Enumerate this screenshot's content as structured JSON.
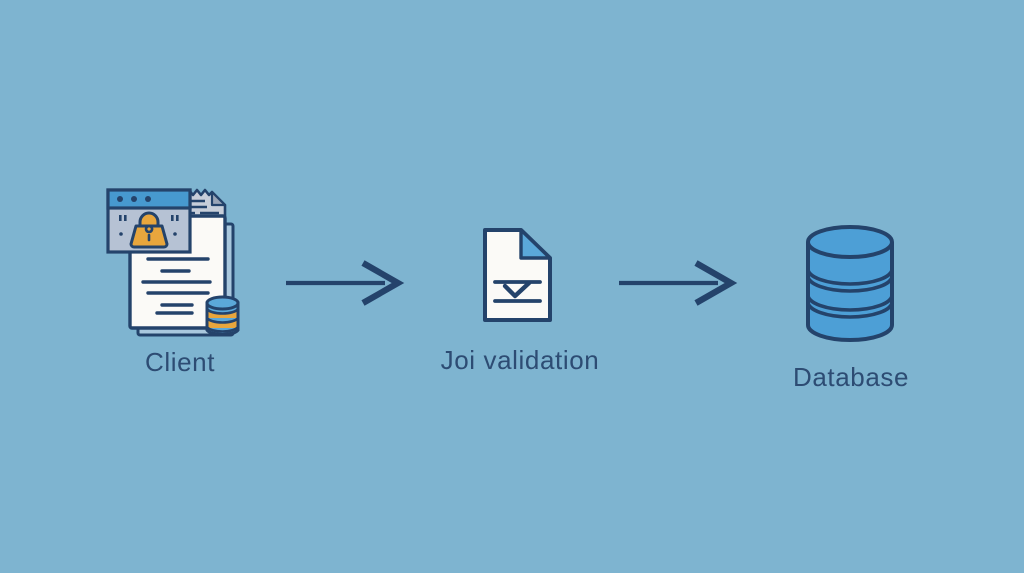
{
  "page": {
    "background_color": "#7eb4d0"
  },
  "diagram": {
    "type": "flow",
    "direction": "left-to-right",
    "nodes": [
      {
        "id": "client",
        "label": "Client",
        "icon": "client-browser-document-icon"
      },
      {
        "id": "joi-validation",
        "label": "Joi validation",
        "icon": "document-check-icon"
      },
      {
        "id": "database",
        "label": "Database",
        "icon": "database-cylinder-icon"
      }
    ],
    "connections": [
      {
        "from": "client",
        "to": "joi-validation",
        "style": "right-arrow"
      },
      {
        "from": "joi-validation",
        "to": "database",
        "style": "right-arrow"
      }
    ],
    "colors": {
      "background": "#7eb4d0",
      "outline_navy": "#24436b",
      "label_text": "#2d4c73",
      "icon_blue": "#4d9fd6",
      "icon_blue_light": "#5ba8d9",
      "paper_white": "#fbfaf7",
      "panel_gray": "#b6c2d4",
      "receipt_gray": "#c7ced9",
      "receipt_fold_gray": "#9aa5b7",
      "back_page_blue": "#a9c8de",
      "accent_orange": "#e8a63d"
    }
  }
}
